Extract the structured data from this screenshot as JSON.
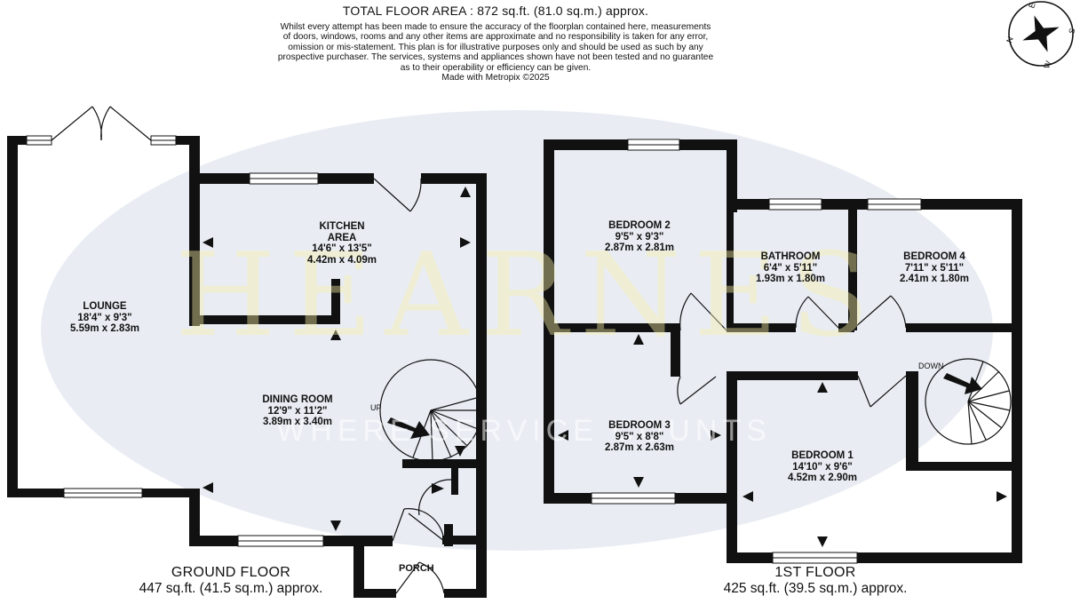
{
  "header": {
    "total_area": "TOTAL FLOOR AREA : 872 sq.ft. (81.0 sq.m.) approx.",
    "disclaimer": [
      "Whilst every attempt has been made to ensure the accuracy of the floorplan contained here, measurements",
      "of doors, windows, rooms and any other items are approximate and no responsibility is taken for any error,",
      "omission or mis-statement. This plan is for illustrative purposes only and should be used as such by any",
      "prospective purchaser. The services, systems and appliances shown have not been tested and no guarantee",
      "as to their operability or efficiency can be given.",
      "Made with Metropix ©2025"
    ]
  },
  "watermark": {
    "main": "HEARNES",
    "sub": "WHERE SERVICE COUNTS"
  },
  "compass": {
    "north": "N",
    "east": "E",
    "south": "S",
    "west": "W"
  },
  "ground_floor": {
    "label": "GROUND FLOOR",
    "area": "447 sq.ft. (41.5 sq.m.) approx.",
    "rooms": {
      "lounge": {
        "name": "LOUNGE",
        "imperial": "18'4\"  x 9'3\"",
        "metric": "5.59m  x 2.83m"
      },
      "kitchen": {
        "name": "KITCHEN",
        "name2": "AREA",
        "imperial": "14'6\"  x 13'5\"",
        "metric": "4.42m  x 4.09m"
      },
      "dining": {
        "name": "DINING ROOM",
        "imperial": "12'9\"  x 11'2\"",
        "metric": "3.89m  x 3.40m"
      },
      "porch": {
        "name": "PORCH"
      }
    },
    "stairs_label": "UP"
  },
  "first_floor": {
    "label": "1ST FLOOR",
    "area": "425 sq.ft. (39.5 sq.m.) approx.",
    "rooms": {
      "bedroom2": {
        "name": "BEDROOM 2",
        "imperial": "9'5\"  x 9'3\"",
        "metric": "2.87m  x 2.81m"
      },
      "bathroom": {
        "name": "BATHROOM",
        "imperial": "6'4\"  x 5'11\"",
        "metric": "1.93m  x 1.80m"
      },
      "bedroom4": {
        "name": "BEDROOM 4",
        "imperial": "7'11\"  x 5'11\"",
        "metric": "2.41m  x 1.80m"
      },
      "bedroom3": {
        "name": "BEDROOM 3",
        "imperial": "9'5\"  x 8'8\"",
        "metric": "2.87m  x 2.63m"
      },
      "bedroom1": {
        "name": "BEDROOM 1",
        "imperial": "14'10\"  x 9'6\"",
        "metric": "4.52m  x 2.90m"
      }
    },
    "stairs_label": "DOWN"
  }
}
